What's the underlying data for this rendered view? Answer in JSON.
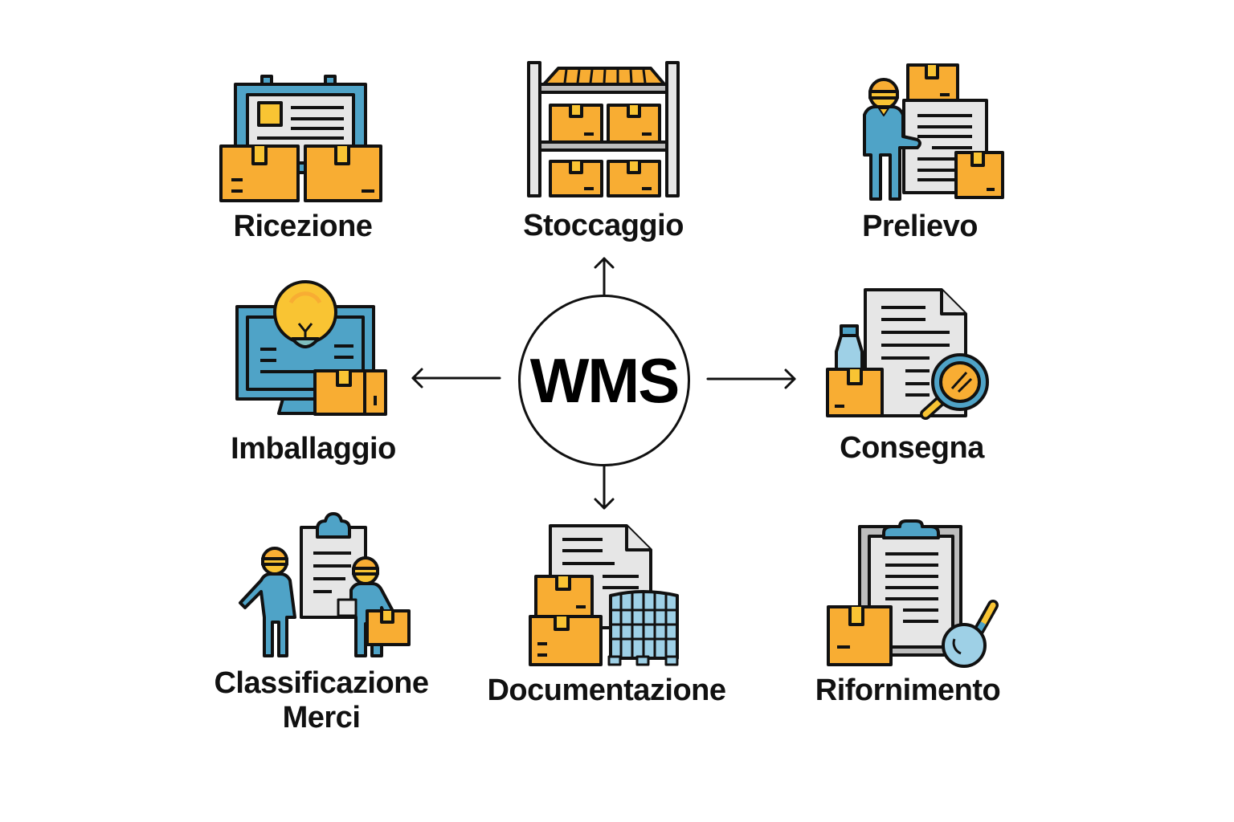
{
  "hub": {
    "label": "WMS"
  },
  "colors": {
    "box_orange": "#F8AD33",
    "worker_blue": "#4FA3C7",
    "helmet_yellow": "#F9C433",
    "paper_gray": "#E6E6E6",
    "outline": "#111111",
    "lens_light_blue": "#9ED0E6"
  },
  "nodes": [
    {
      "id": "ricezione",
      "label": "Ricezione",
      "icon": "receiving-board-boxes-icon"
    },
    {
      "id": "stoccaggio",
      "label": "Stoccaggio",
      "icon": "storage-shelf-icon"
    },
    {
      "id": "prelievo",
      "label": "Prelievo",
      "icon": "picking-worker-list-icon"
    },
    {
      "id": "imballaggio",
      "label": "Imballaggio",
      "icon": "packing-monitor-lightbulb-icon"
    },
    {
      "id": "consegna",
      "label": "Consegna",
      "icon": "delivery-document-magnifier-icon"
    },
    {
      "id": "classificazione",
      "label_line1": "Classificazione",
      "label_line2": "Merci",
      "icon": "classification-workers-clipboard-icon"
    },
    {
      "id": "documentazione",
      "label": "Documentazione",
      "icon": "documentation-boxes-cage-icon"
    },
    {
      "id": "rifornimento",
      "label": "Rifornimento",
      "icon": "replenishment-clipboard-magnifier-icon"
    }
  ],
  "arrows": [
    {
      "from": "WMS",
      "direction": "up",
      "to": "Stoccaggio"
    },
    {
      "from": "WMS",
      "direction": "down",
      "to": "Documentazione"
    },
    {
      "from": "WMS",
      "direction": "left",
      "to": "Imballaggio"
    },
    {
      "from": "WMS",
      "direction": "right",
      "to": "Consegna"
    }
  ]
}
